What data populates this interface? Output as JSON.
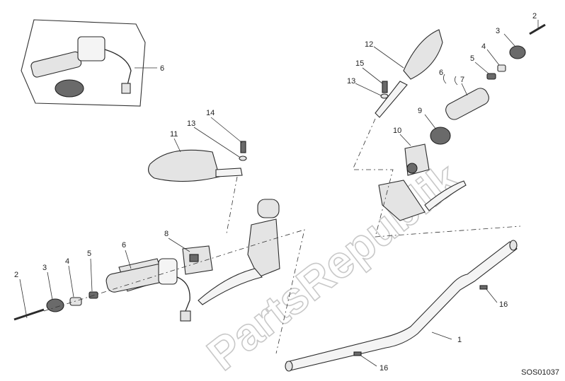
{
  "callouts": [
    {
      "label": "1"
    },
    {
      "label": "2"
    },
    {
      "label": "3"
    },
    {
      "label": "4"
    },
    {
      "label": "5"
    },
    {
      "label": "6"
    },
    {
      "label": "8"
    },
    {
      "label": "11"
    },
    {
      "label": "13"
    },
    {
      "label": "14"
    },
    {
      "label": "16"
    },
    {
      "label": "16"
    },
    {
      "label": "2"
    },
    {
      "label": "3"
    },
    {
      "label": "4"
    },
    {
      "label": "5"
    },
    {
      "label": "6"
    },
    {
      "label": "7"
    },
    {
      "label": "9"
    },
    {
      "label": "10"
    },
    {
      "label": "12"
    },
    {
      "label": "13"
    },
    {
      "label": "15"
    },
    {
      "label": "6"
    }
  ],
  "watermark": "PartsRepublik",
  "reference_code": "SOS01037",
  "colors": {
    "line": "#2a2a2a",
    "fill": "#e4e4e4",
    "watermark": "#c8c8c8"
  }
}
